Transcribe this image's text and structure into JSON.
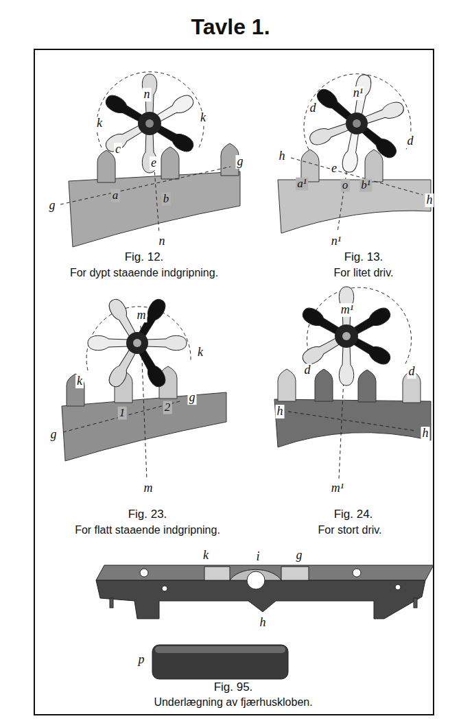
{
  "diagram": {
    "title": "Tavle 1.",
    "labels": [
      "n",
      "k",
      "k",
      "c",
      "e",
      "a",
      "b",
      "g",
      "g",
      "n",
      "Fig. 12.",
      "For dypt staaende indgripning.",
      "n¹",
      "d",
      "d",
      "h",
      "a¹",
      "e",
      "o",
      "b¹",
      "h",
      "n¹",
      "Fig. 13.",
      "For litet driv.",
      "m",
      "k",
      "k",
      "g",
      "1",
      "2",
      "g",
      "m",
      "Fig. 23.",
      "For flatt staaende indgripning.",
      "m¹",
      "d",
      "d",
      "h",
      "h",
      "m¹",
      "Fig. 24.",
      "For stort driv.",
      "k",
      "i",
      "g",
      "h",
      "p",
      "Fig. 95.",
      "Underlægning av fjærhuskloben."
    ]
  }
}
